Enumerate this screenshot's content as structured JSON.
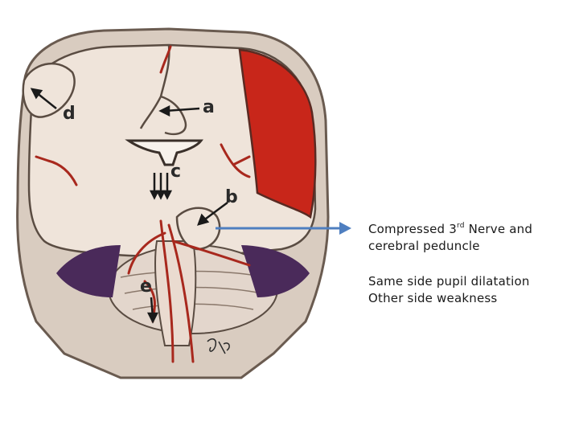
{
  "figure": {
    "labels": {
      "a": "a",
      "b": "b",
      "c": "c",
      "d": "d",
      "e": "e"
    }
  },
  "annotation": {
    "line1_pre": "Compressed 3",
    "line1_sup": "rd",
    "line1_post": " Nerve and",
    "line2": "cerebral peduncle",
    "line3": "Same side pupil dilatation",
    "line4": "Other side weakness"
  },
  "colors": {
    "hematoma": "#c8261a",
    "arrow": "#4f7fc0",
    "tissue": "#efe4da",
    "vessel": "#a8281d"
  }
}
